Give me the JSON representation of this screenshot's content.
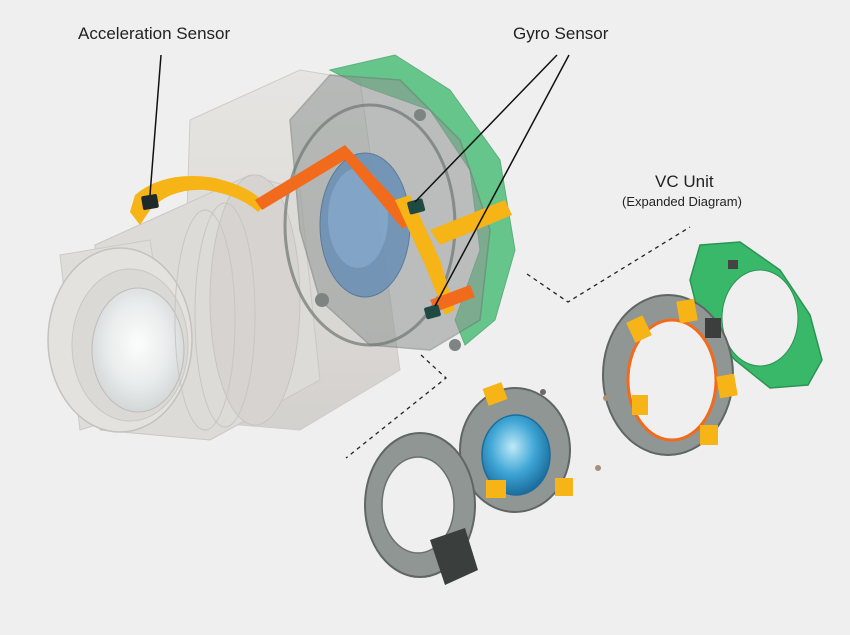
{
  "labels": {
    "acceleration_sensor": "Acceleration Sensor",
    "gyro_sensor": "Gyro Sensor",
    "vc_unit_title": "VC Unit",
    "vc_unit_subtitle": "(Expanded Diagram)"
  },
  "colors": {
    "background": "#efefef",
    "lens_body_ghost": "#dcdad7",
    "frame_gray": "#8f9694",
    "pcb_green": "#39b86a",
    "flex_orange": "#f26a1b",
    "flex_yellow": "#f6b416",
    "sensor_dark": "#1f2a2a",
    "lens_glass_blue": "#3fa6d6"
  },
  "icons": [
    "acceleration-sensor-chip",
    "gyro-sensor-chip"
  ]
}
